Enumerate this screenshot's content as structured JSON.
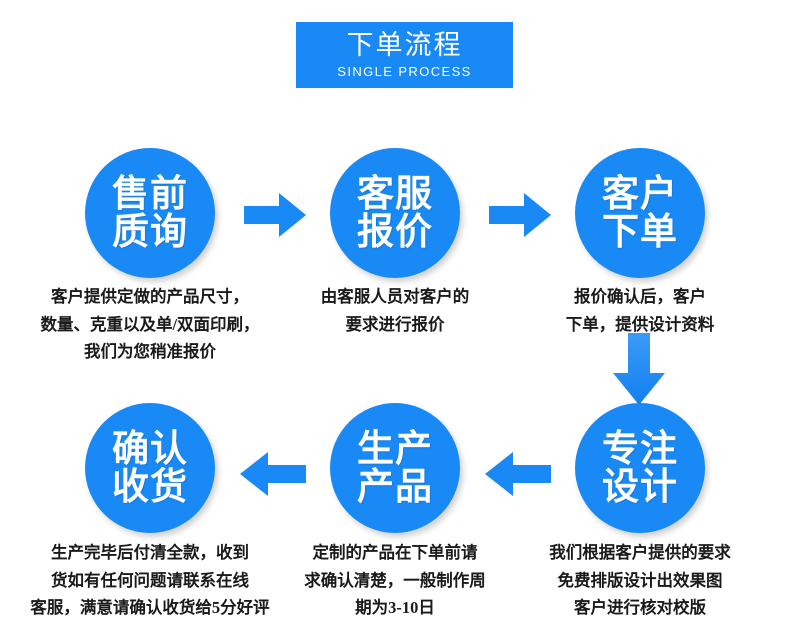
{
  "header": {
    "title_cn": "下单流程",
    "title_en": "SINGLE PROCESS",
    "background_color": "#1989f5",
    "text_color": "#ffffff"
  },
  "theme": {
    "accent_blue": "#1989f5",
    "caption_text": "#1a1a1a",
    "page_background": "#ffffff"
  },
  "steps": [
    {
      "id": "step-1",
      "circle_line_1": "售前",
      "circle_line_2": "质询",
      "caption_lines": [
        "客户提供定做的产品尺寸，",
        "数量、克重以及单/双面印刷，",
        "我们为您稍准报价"
      ]
    },
    {
      "id": "step-2",
      "circle_line_1": "客服",
      "circle_line_2": "报价",
      "caption_lines": [
        "由客服人员对客户的",
        "要求进行报价"
      ]
    },
    {
      "id": "step-3",
      "circle_line_1": "客户",
      "circle_line_2": "下单",
      "caption_lines": [
        "报价确认后，客户",
        "下单，提供设计资料"
      ]
    },
    {
      "id": "step-4",
      "circle_line_1": "专注",
      "circle_line_2": "设计",
      "caption_lines": [
        "我们根据客户提供的要求",
        "免费排版设计出效果图",
        "客户进行核对校版"
      ]
    },
    {
      "id": "step-5",
      "circle_line_1": "生产",
      "circle_line_2": "产品",
      "caption_lines": [
        "定制的产品在下单前请",
        "求确认清楚，一般制作周",
        "期为3-10日"
      ]
    },
    {
      "id": "step-6",
      "circle_line_1": "确认",
      "circle_line_2": "收货",
      "caption_lines": [
        "生产完毕后付清全款，收到",
        "货如有任何问题请联系在线",
        "客服，满意请确认收货给5分好评"
      ]
    }
  ],
  "arrows": [
    {
      "id": "arrow-1",
      "direction": "right",
      "from": "step-1",
      "to": "step-2"
    },
    {
      "id": "arrow-2",
      "direction": "right",
      "from": "step-2",
      "to": "step-3"
    },
    {
      "id": "arrow-3",
      "direction": "down",
      "from": "step-3",
      "to": "step-4"
    },
    {
      "id": "arrow-4",
      "direction": "left",
      "from": "step-5",
      "to": "step-6"
    },
    {
      "id": "arrow-5",
      "direction": "left",
      "from": "step-4",
      "to": "step-5"
    }
  ]
}
